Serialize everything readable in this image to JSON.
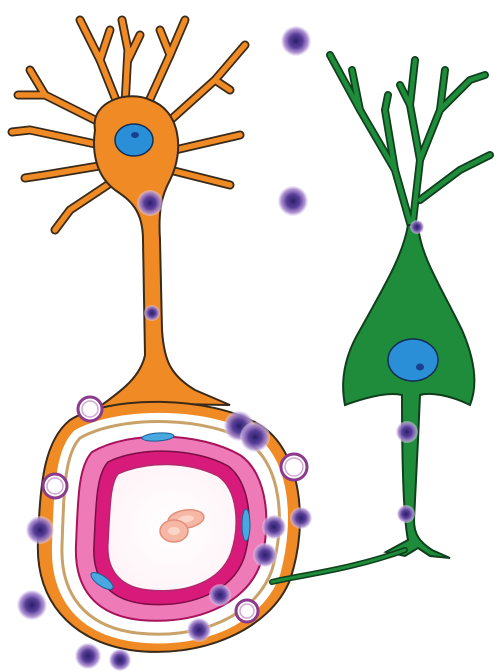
{
  "figure": {
    "colors": {
      "astrocyte": "#F08A24",
      "astrocyte_outline": "#3a2a1a",
      "neuron": "#1E8C3A",
      "neuron_outline": "#0f3f1c",
      "nucleus": "#2A8FD6",
      "nucleolus": "#1a3f8f",
      "pericyte_ring": "#D81B7A",
      "endothelium": "#EE7BB8",
      "basement_membrane": "#C9A26A",
      "red_blood_cell": "#F6B7A4",
      "particle_core": "#3E2A78",
      "particle_glow": "#B58AD6",
      "open_vesicle": "#8B3A8C"
    },
    "icons": [
      "astrocyte-cell",
      "pyramidal-neuron",
      "blood-vessel-cross-section",
      "red-blood-cell",
      "nanoparticle",
      "vesicle"
    ]
  }
}
